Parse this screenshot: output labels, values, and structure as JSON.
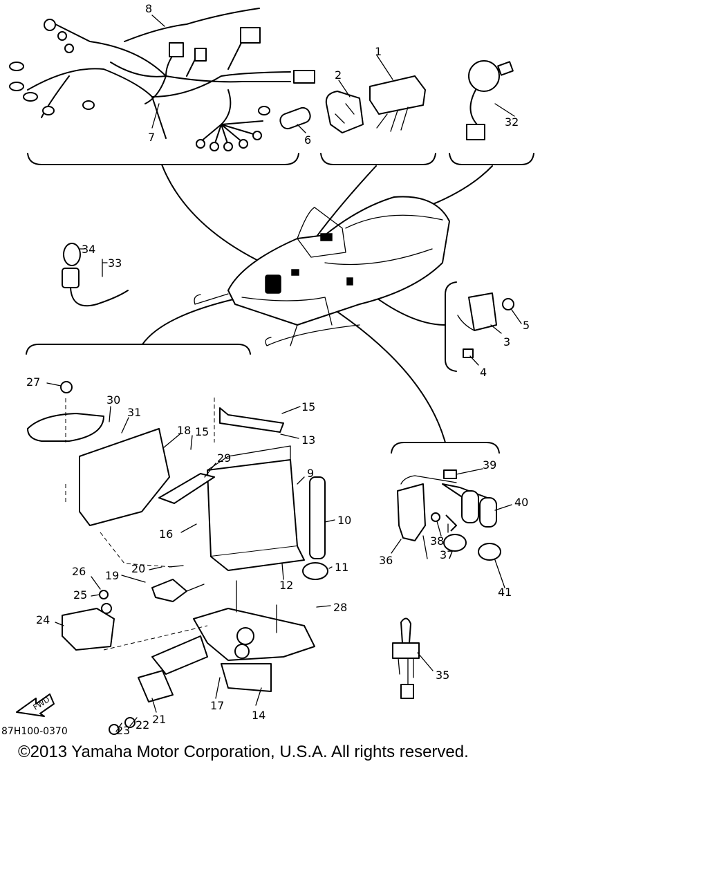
{
  "diagram": {
    "reference_code": "87H100-0370",
    "fwd_label": "FWD",
    "callouts": [
      "1",
      "2",
      "3",
      "4",
      "5",
      "6",
      "7",
      "8",
      "9",
      "10",
      "11",
      "12",
      "13",
      "14",
      "15",
      "15",
      "16",
      "17",
      "18",
      "19",
      "20",
      "21",
      "22",
      "23",
      "24",
      "25",
      "26",
      "27",
      "28",
      "29",
      "30",
      "31",
      "32",
      "33",
      "34",
      "35",
      "36",
      "37",
      "38",
      "39",
      "40",
      "41"
    ]
  },
  "footer": {
    "copyright": "©2013 Yamaha Motor Corporation, U.S.A. All rights reserved."
  }
}
